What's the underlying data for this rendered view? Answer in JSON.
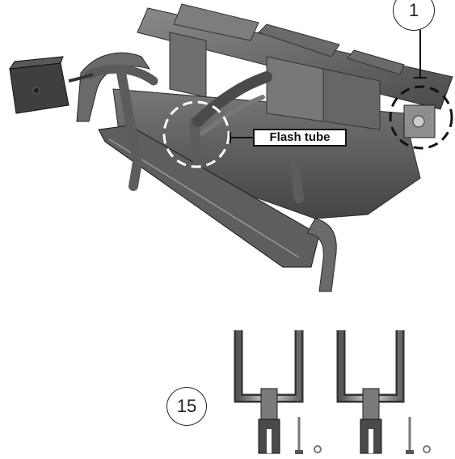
{
  "labels": {
    "flash_tube": "Flash tube",
    "part_number_top": "1",
    "part_number_bottom": "15"
  },
  "colors": {
    "metal_dark": "#3a3a3a",
    "metal_mid": "#6c6c6c",
    "metal_light": "#9a9a9a",
    "outline": "#111111",
    "background": "#ffffff"
  }
}
